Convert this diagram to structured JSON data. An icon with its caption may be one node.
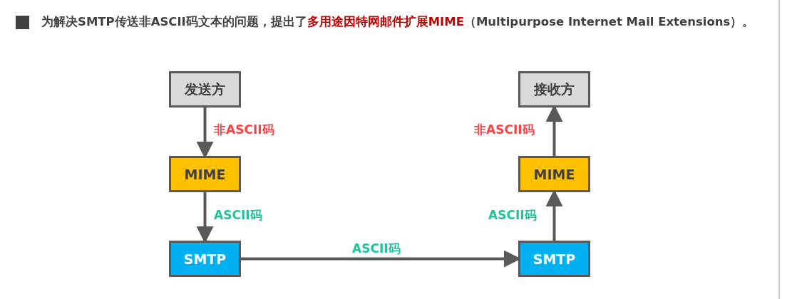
{
  "diagram": {
    "title": "为解决SMTP传送非ASCII码文本的问题，提出了**多用途因特网邮件扩展MIME**（Multipurpose Internet Mail Extensions）。",
    "nodes": [
      {
        "text": [
          "发送方"
        ]
      },
      {
        "text": [
          "MIME"
        ]
      },
      {
        "text": [
          "SMTP"
        ]
      },
      {
        "text": [
          "接收方"
        ]
      },
      {
        "text": [
          "MIME"
        ]
      },
      {
        "text": [
          "SMTP"
        ]
      }
    ],
    "edges": [
      {
        "from": 0,
        "to": 1,
        "arrow": "to",
        "label": "非ASCII码"
      },
      {
        "from": 1,
        "to": 2,
        "arrow": "to",
        "label": "ASCII码"
      },
      {
        "from": 2,
        "to": 5,
        "arrow": "to",
        "label": "ASCII码"
      },
      {
        "from": 5,
        "to": 4,
        "arrow": "to",
        "label": "ASCII码"
      },
      {
        "from": 4,
        "to": 3,
        "arrow": "to",
        "label": "非ASCII码"
      }
    ]
  }
}
